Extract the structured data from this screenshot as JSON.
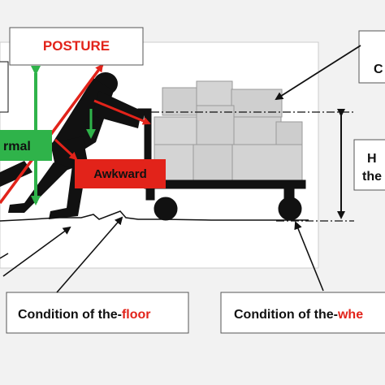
{
  "labels": {
    "posture": "POSTURE",
    "normal": "rmal",
    "awkward": "Awkward",
    "floor_prefix": "Condition of the-",
    "floor_highlight": "floor",
    "wheel_prefix": "Condition of the-",
    "wheel_highlight": "whe",
    "top_right_box": "C",
    "height_box_line1": "H",
    "height_box_line2": "the"
  },
  "colors": {
    "red": "#e2231a",
    "green": "#2fb34a",
    "black": "#111111",
    "box_face": "#cfcfcf",
    "box_edge": "#9a9a9a",
    "background": "#f2f2f2"
  }
}
